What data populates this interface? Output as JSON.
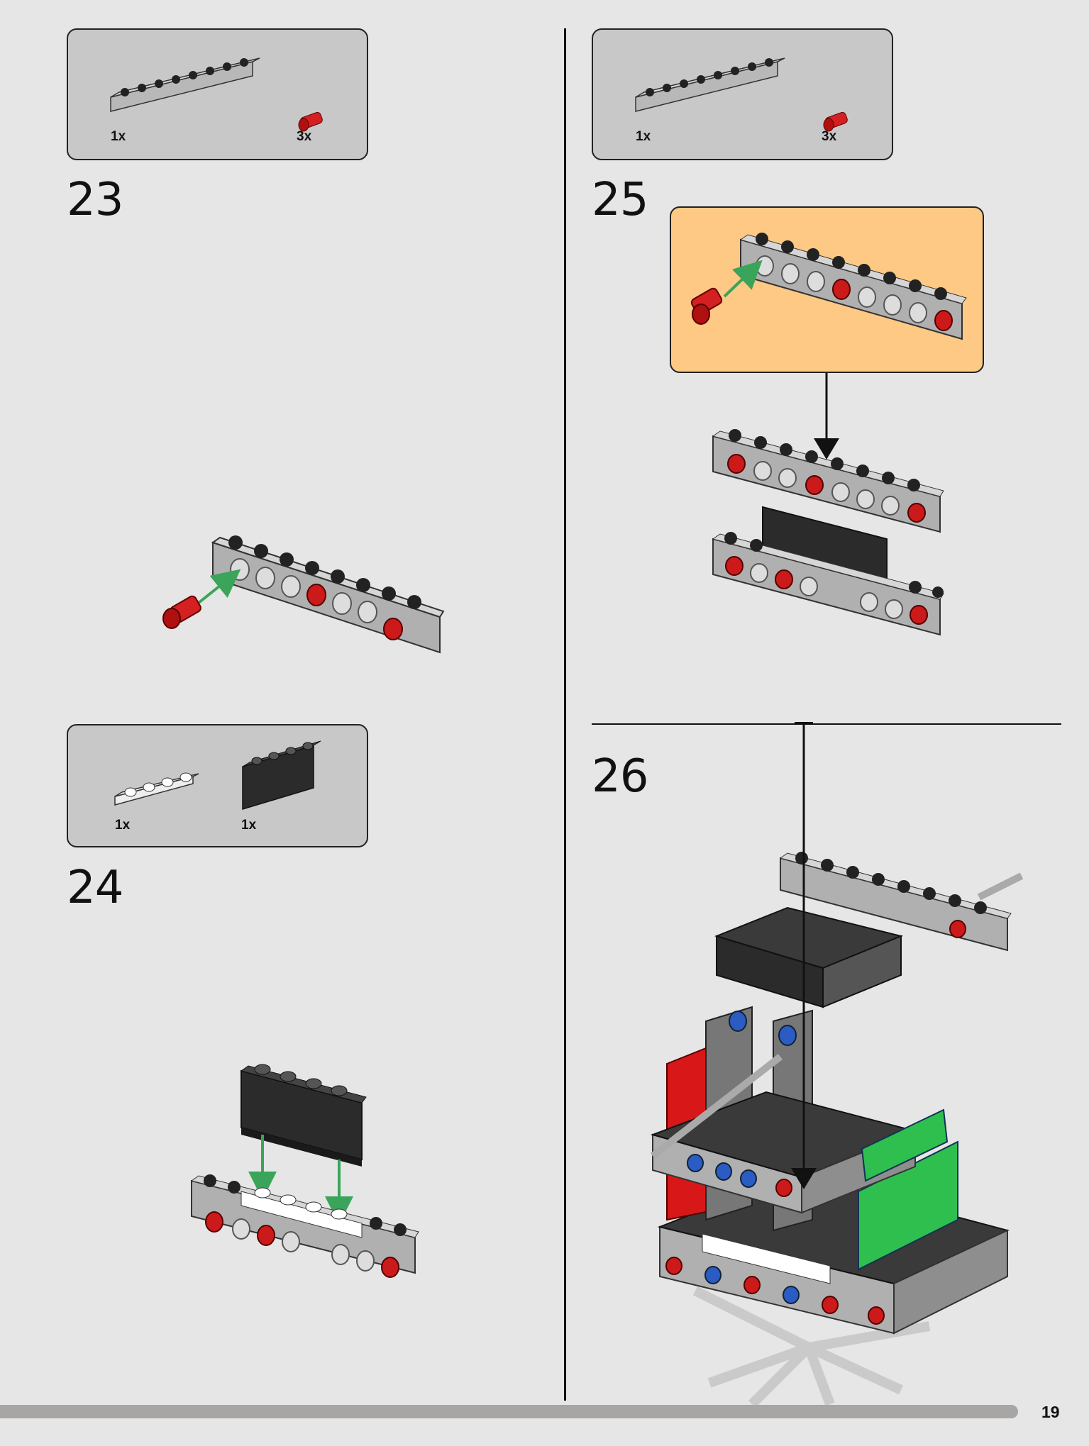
{
  "page": {
    "number": "19"
  },
  "colors": {
    "background": "#e6e6e6",
    "parts_box": "#c8c8c8",
    "callout": "#fdc984",
    "arrow": "#3aa55a",
    "pin_red": "#d42020",
    "brick_gray": "#a9a9a9",
    "brick_dark": "#2b2b2b"
  },
  "steps": [
    {
      "number": "23",
      "parts": [
        {
          "qty": "1x",
          "icon": "technic-beam-1x8-gray-icon"
        },
        {
          "qty": "3x",
          "icon": "technic-pin-red-icon"
        }
      ]
    },
    {
      "number": "24",
      "parts": [
        {
          "qty": "1x",
          "icon": "plate-1x4-white-icon"
        },
        {
          "qty": "1x",
          "icon": "panel-1x4-black-icon"
        }
      ]
    },
    {
      "number": "25",
      "parts": [
        {
          "qty": "1x",
          "icon": "technic-beam-1x8-gray-icon"
        },
        {
          "qty": "3x",
          "icon": "technic-pin-red-icon"
        }
      ]
    },
    {
      "number": "26",
      "parts": []
    }
  ]
}
